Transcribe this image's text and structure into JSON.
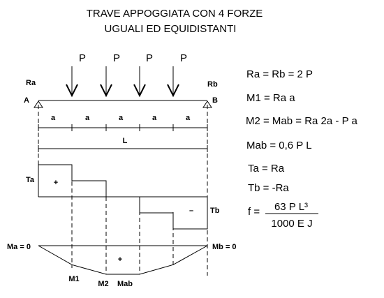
{
  "title": {
    "line1": "TRAVE APPOGGIATA CON 4 FORZE",
    "line2": "UGUALI ED EQUIDISTANTI"
  },
  "forces": {
    "symbol": "P",
    "count": 4
  },
  "beam": {
    "left_support": "A",
    "right_support": "B",
    "left_reaction": "Ra",
    "right_reaction": "Rb",
    "span_label": "a",
    "span_count": 5,
    "length_label": "L"
  },
  "shear": {
    "left_label": "Ta",
    "right_label": "Tb",
    "positive_sign": "+",
    "negative_sign": "–",
    "levels": [
      1,
      0.5,
      0,
      -0.5,
      -1
    ]
  },
  "moment": {
    "left_label": "Ma = 0",
    "right_label": "Mb = 0",
    "m1_label": "M1",
    "m2_label": "M2",
    "mab_label": "Mab",
    "sign": "+",
    "levels": [
      0,
      0.667,
      1,
      1,
      0.667,
      0
    ]
  },
  "formulas": {
    "reactions": "Ra = Rb = 2 P",
    "m1": "M1 = Ra a",
    "m2": "M2 = Mab = Ra 2a - P a",
    "mab": "Mab = 0,6 P L",
    "ta": "Ta = Ra",
    "tb": "Tb = -Ra",
    "deflection_lhs": "f =",
    "deflection_num": "63 P L³",
    "deflection_den": "1000 E J"
  }
}
